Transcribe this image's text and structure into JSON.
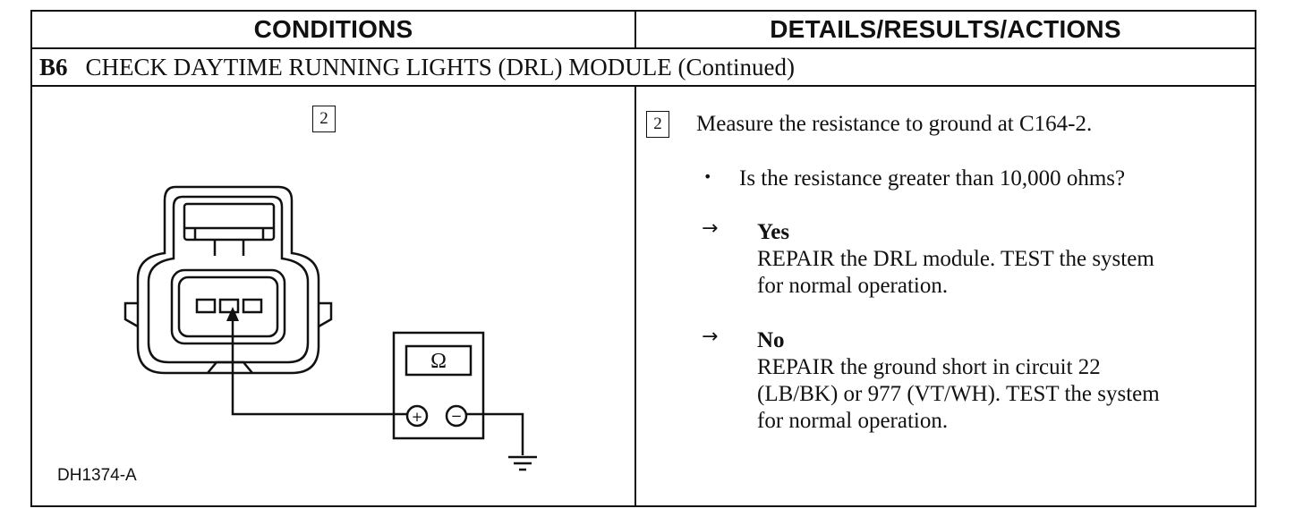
{
  "header": {
    "conditions": "CONDITIONS",
    "details": "DETAILS/RESULTS/ACTIONS"
  },
  "step": {
    "id": "B6",
    "title": "CHECK DAYTIME RUNNING LIGHTS (DRL) MODULE (Continued)"
  },
  "figure": {
    "step_marker": "2",
    "meter_symbol": "Ω",
    "plus": "+",
    "minus": "−",
    "figure_id": "DH1374-A"
  },
  "details": {
    "step_marker": "2",
    "instruction": "Measure the resistance to ground at C164-2.",
    "question": "Is the resistance greater than 10,000 ohms?",
    "bullet": "•",
    "arrow": "→",
    "yes": {
      "label": "Yes",
      "lines": [
        "REPAIR the DRL module. TEST the system",
        "for normal operation."
      ]
    },
    "no": {
      "label": "No",
      "lines": [
        "REPAIR the ground short in circuit 22",
        "(LB/BK) or 977 (VT/WH). TEST the system",
        "for normal operation."
      ]
    }
  }
}
